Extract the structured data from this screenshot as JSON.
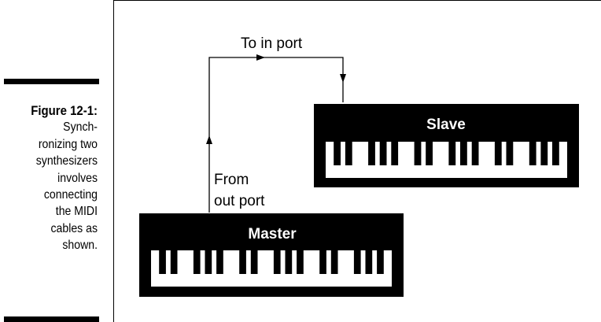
{
  "caption": {
    "figure_label": "Figure 12-1:",
    "lines": [
      "Synch-",
      "ronizing two",
      "synthesizers",
      "involves",
      "connecting",
      "the MIDI",
      "cables as",
      "shown."
    ]
  },
  "diagram": {
    "top_label": "To in port",
    "from_label_line1": "From",
    "from_label_line2": "out port",
    "slave_label": "Slave",
    "master_label": "Master"
  }
}
